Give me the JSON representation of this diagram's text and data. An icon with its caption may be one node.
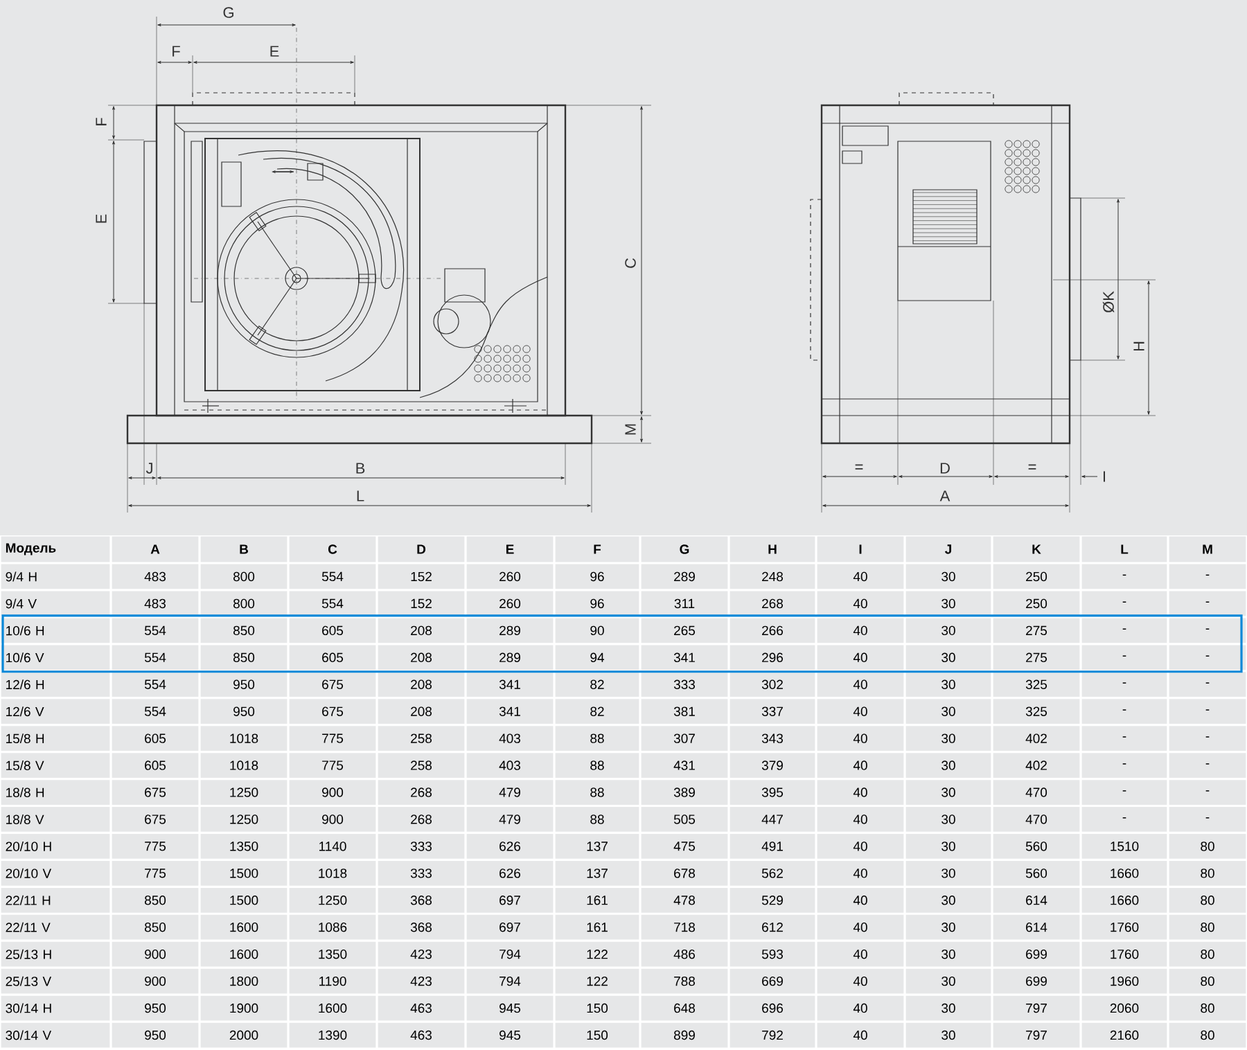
{
  "diagram": {
    "labels": [
      "G",
      "F",
      "E",
      "F",
      "E",
      "C",
      "ØK",
      "H",
      "M",
      "J",
      "B",
      "=",
      "D",
      "=",
      "I",
      "L",
      "A",
      "Модель",
      "A",
      "B",
      "C",
      "D",
      "E",
      "F",
      "G",
      "H",
      "I",
      "J",
      "K",
      "L",
      "M",
      "9/4 H",
      "483",
      "800",
      "554",
      "152",
      "260",
      "96",
      "289",
      "248",
      "40",
      "30",
      "250",
      "-",
      "-",
      "9/4 V",
      "483",
      "800",
      "554",
      "152",
      "260",
      "96",
      "311",
      "268",
      "40",
      "30",
      "250",
      "-",
      "-",
      "10/6 H",
      "554",
      "850",
      "605",
      "208",
      "289",
      "90",
      "265",
      "266",
      "40",
      "30",
      "275",
      "-",
      "-",
      "10/6 V",
      "554",
      "850",
      "605",
      "208",
      "289",
      "94",
      "341",
      "296",
      "40",
      "30",
      "275",
      "-",
      "-",
      "12/6 H",
      "554",
      "950",
      "675",
      "208",
      "341",
      "82",
      "333",
      "302",
      "40",
      "30",
      "325",
      "-",
      "-",
      "12/6 V",
      "554",
      "950",
      "675",
      "208",
      "341",
      "82",
      "381",
      "337",
      "40",
      "30",
      "325",
      "-",
      "-",
      "15/8 H",
      "605",
      "1018",
      "775",
      "258",
      "403",
      "88",
      "307",
      "343",
      "40",
      "30",
      "402",
      "-",
      "-",
      "15/8 V",
      "605",
      "1018",
      "775",
      "258",
      "403",
      "88",
      "431",
      "379",
      "40",
      "30",
      "402",
      "-",
      "-",
      "18/8 H",
      "675",
      "1250",
      "900",
      "268",
      "479",
      "88",
      "389",
      "395",
      "40",
      "30",
      "470",
      "-",
      "-",
      "18/8 V",
      "675",
      "1250",
      "900",
      "268",
      "479",
      "88",
      "505",
      "447",
      "40",
      "30",
      "470",
      "-",
      "-",
      "20/10 H",
      "775",
      "1350",
      "1140",
      "333",
      "626",
      "137",
      "475",
      "491",
      "40",
      "30",
      "560",
      "1510",
      "80",
      "20/10 V",
      "775",
      "1500",
      "1018",
      "333",
      "626",
      "137",
      "678",
      "562",
      "40",
      "30",
      "560",
      "1660",
      "80",
      "22/11 H",
      "850",
      "1500",
      "1250",
      "368",
      "697",
      "161",
      "478",
      "529",
      "40",
      "30",
      "614",
      "1660",
      "80",
      "22/11 V",
      "850",
      "1600",
      "1086",
      "368",
      "697",
      "161",
      "718",
      "612",
      "40",
      "30",
      "614",
      "1760",
      "80",
      "25/13 H",
      "900",
      "1600",
      "1350",
      "423",
      "794",
      "122",
      "486",
      "593",
      "40",
      "30",
      "699",
      "1760",
      "80",
      "25/13 V",
      "900",
      "1800",
      "1190",
      "423",
      "794",
      "122",
      "788",
      "669",
      "40",
      "30",
      "699",
      "1960",
      "80",
      "30/14 H",
      "950",
      "1900",
      "1600",
      "463",
      "945",
      "150",
      "648",
      "696",
      "40",
      "30",
      "797",
      "2060",
      "80",
      "30/14 V",
      "950",
      "2000",
      "1390",
      "463",
      "945",
      "150",
      "899",
      "792",
      "40",
      "30",
      "797",
      "2160",
      "80"
    ]
  }
}
